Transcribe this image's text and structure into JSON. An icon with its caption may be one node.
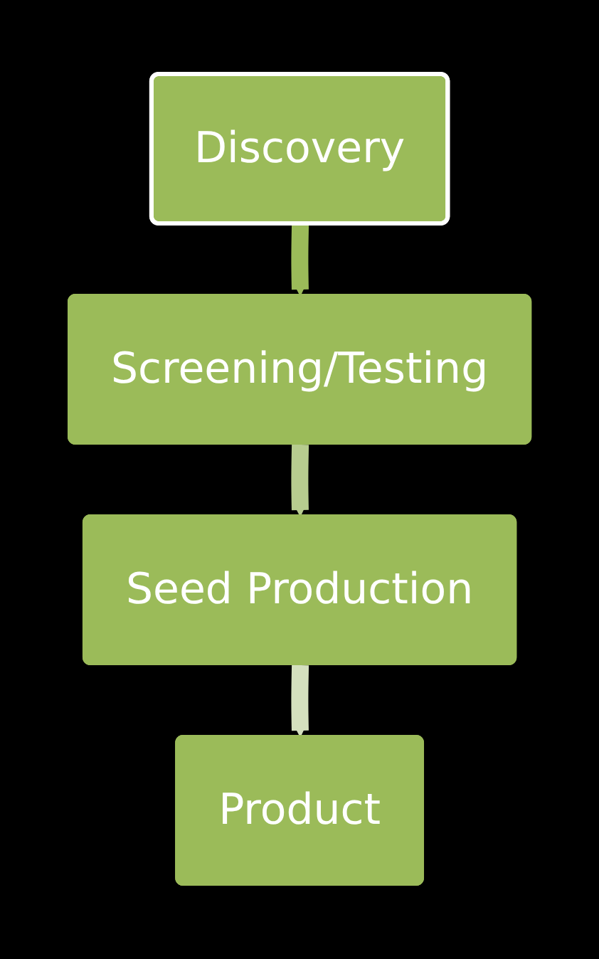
{
  "diagram": {
    "nodes": [
      {
        "text": [
          "Discovery"
        ]
      },
      {
        "text": [
          "Screening/Testing"
        ]
      },
      {
        "text": [
          "Seed Production"
        ]
      },
      {
        "text": [
          "Product"
        ]
      }
    ],
    "edges": [
      {
        "from": 0,
        "to": 1,
        "arrow": "to",
        "color": "#9bbb59"
      },
      {
        "from": 1,
        "to": 2,
        "arrow": "to",
        "color": "#b7cc8f"
      },
      {
        "from": 2,
        "to": 3,
        "arrow": "to",
        "color": "#d4e0be"
      }
    ]
  }
}
